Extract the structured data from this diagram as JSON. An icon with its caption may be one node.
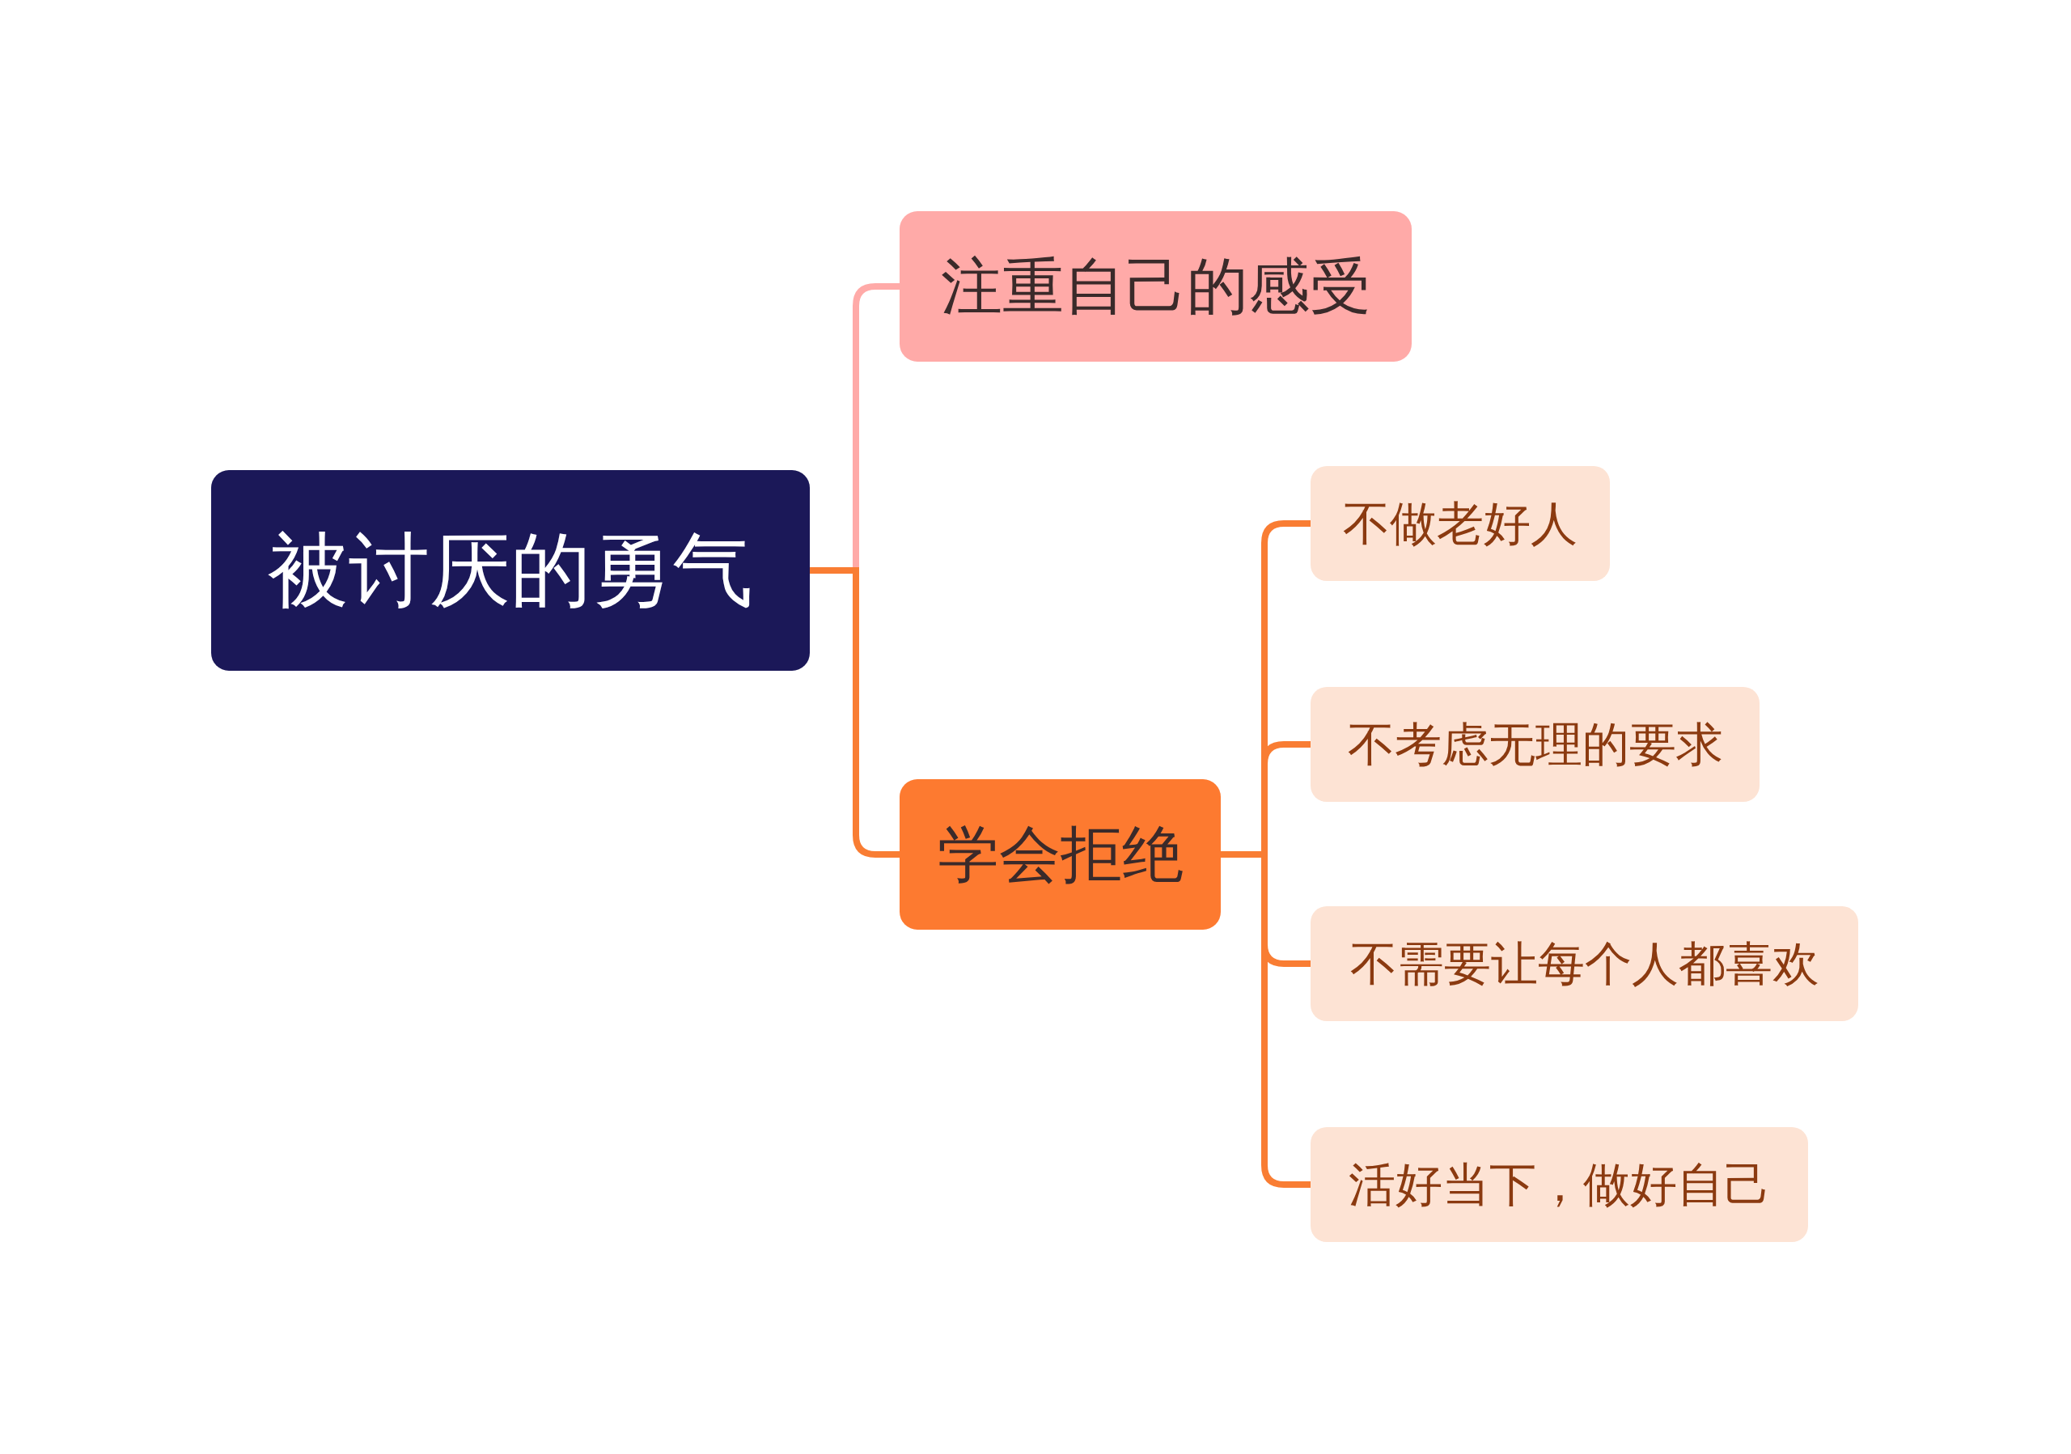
{
  "diagram": {
    "nodes": [
      {
        "text": [
          "被讨厌的勇气"
        ]
      },
      {
        "text": [
          "注重自己的感受"
        ]
      },
      {
        "text": [
          "学会拒绝"
        ]
      },
      {
        "text": [
          "不做老好人"
        ]
      },
      {
        "text": [
          "不考虑无理的要求"
        ]
      },
      {
        "text": [
          "不需要让每个人都喜欢"
        ]
      },
      {
        "text": [
          "活好当下，做好自己"
        ]
      }
    ],
    "edges": [
      {
        "from": 0,
        "to": 1,
        "arrow": "none",
        "color": "#ffaaa8"
      },
      {
        "from": 0,
        "to": 2,
        "arrow": "none"
      },
      {
        "from": 2,
        "to": 3,
        "arrow": "none"
      },
      {
        "from": 2,
        "to": 4,
        "arrow": "none"
      },
      {
        "from": 2,
        "to": 5,
        "arrow": "none"
      },
      {
        "from": 2,
        "to": 6,
        "arrow": "none"
      }
    ]
  }
}
